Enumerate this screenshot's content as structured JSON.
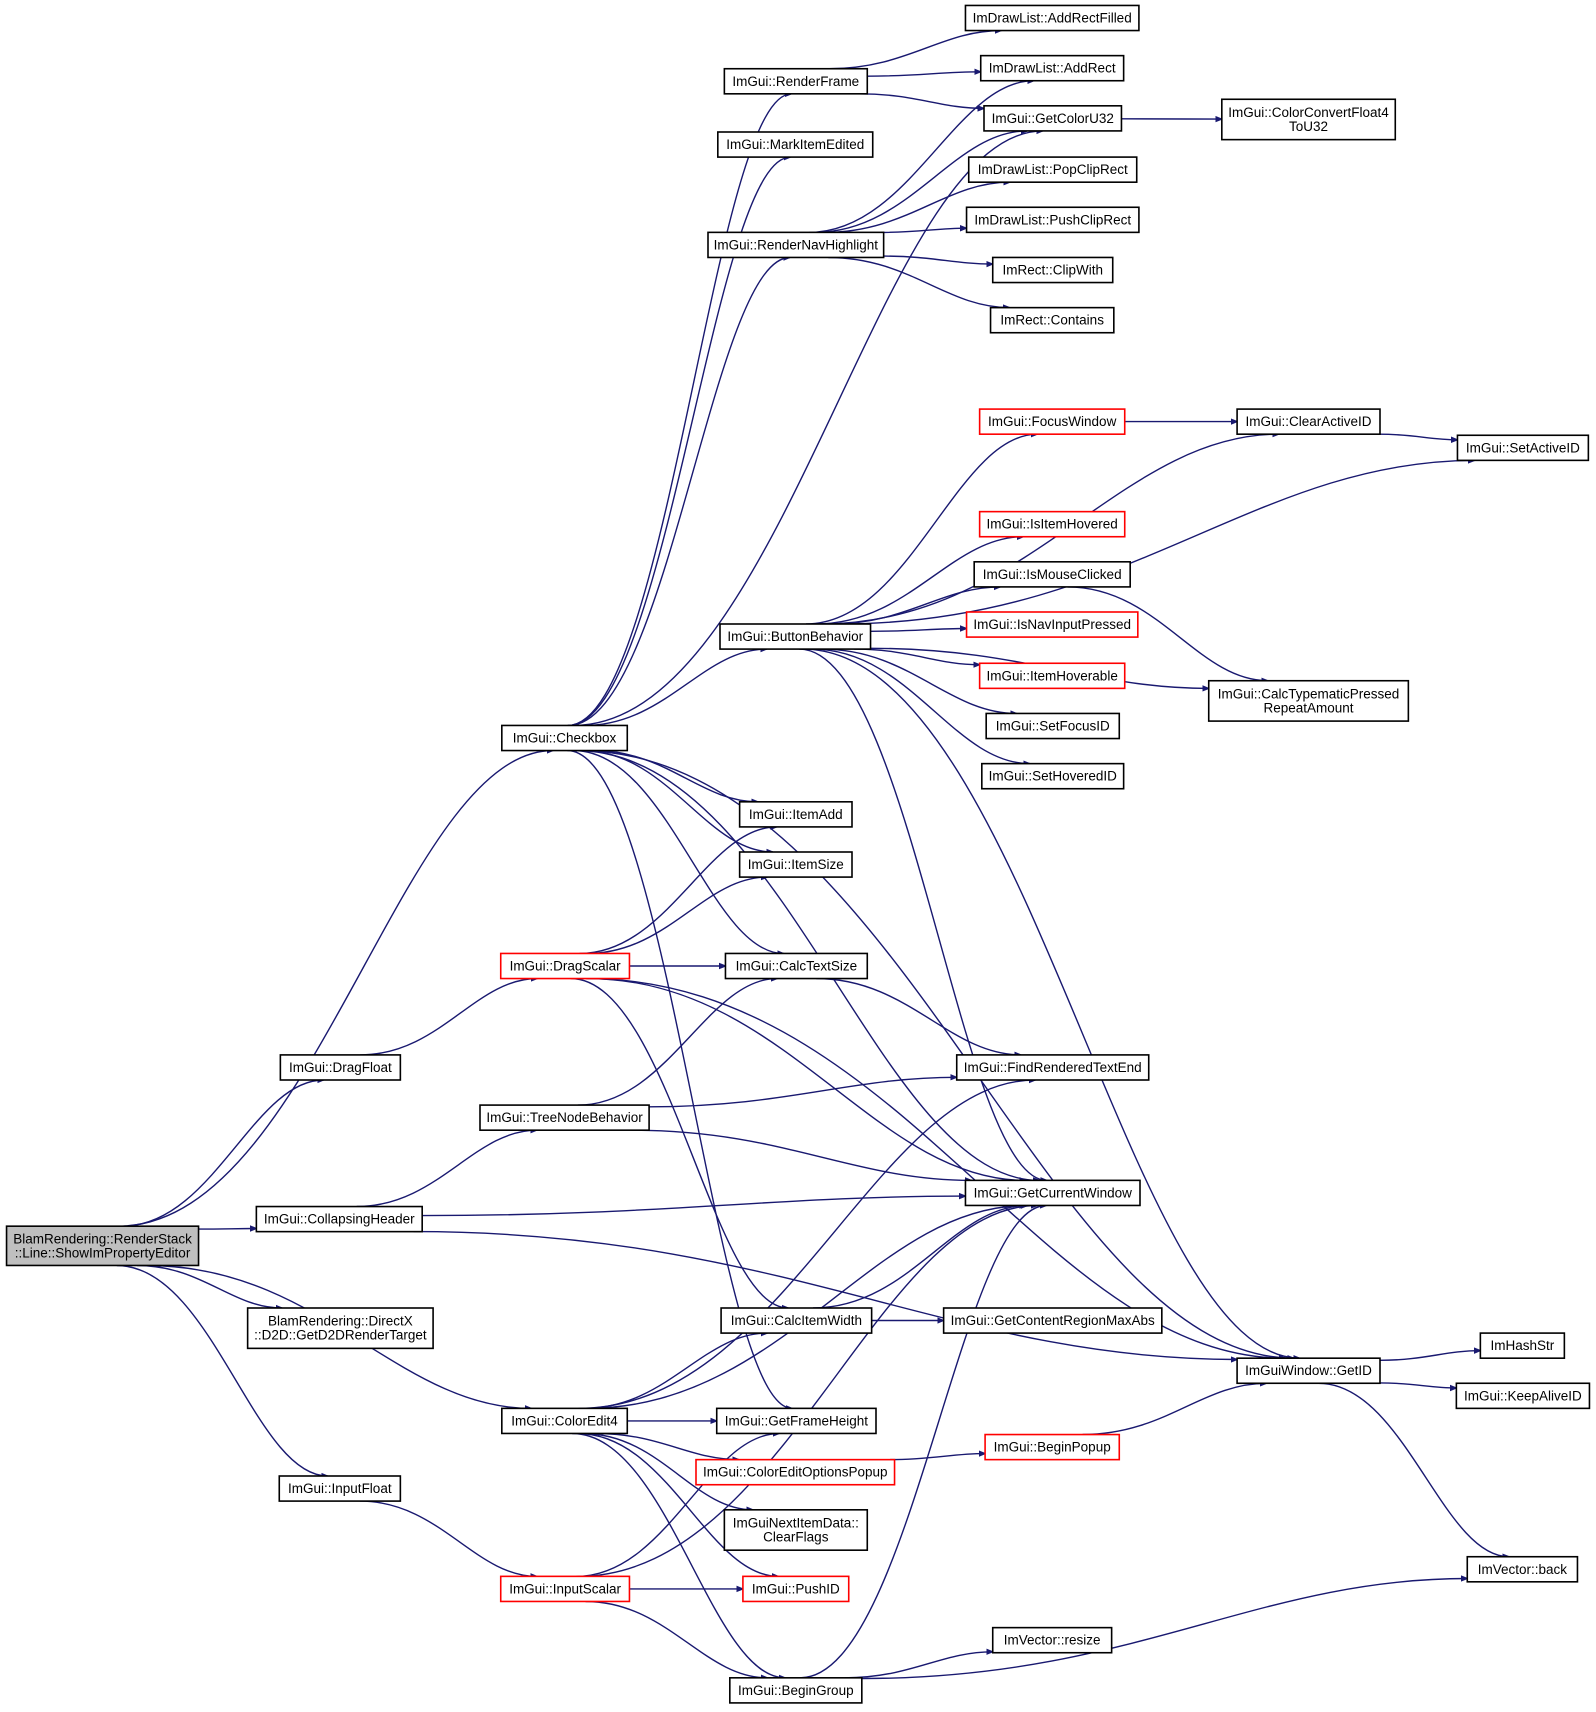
{
  "colors": {
    "edge": "#191970",
    "node_border": "#000000",
    "truncated_border": "#ff0000",
    "root_fill": "#bfbfbf"
  },
  "nodes": [
    {
      "id": "root",
      "lines": [
        "BlamRendering::RenderStack",
        "::Line::ShowImPropertyEditor"
      ],
      "style": "root"
    },
    {
      "id": "checkbox",
      "lines": [
        "ImGui::Checkbox"
      ]
    },
    {
      "id": "dragfloat",
      "lines": [
        "ImGui::DragFloat"
      ]
    },
    {
      "id": "collapsingheader",
      "lines": [
        "ImGui::CollapsingHeader"
      ]
    },
    {
      "id": "getd2d",
      "lines": [
        "BlamRendering::DirectX",
        "::D2D::GetD2DRenderTarget"
      ]
    },
    {
      "id": "coloredit4",
      "lines": [
        "ImGui::ColorEdit4"
      ]
    },
    {
      "id": "inputfloat",
      "lines": [
        "ImGui::InputFloat"
      ]
    },
    {
      "id": "dragscalar",
      "lines": [
        "ImGui::DragScalar"
      ],
      "style": "trunc"
    },
    {
      "id": "treenodebehavior",
      "lines": [
        "ImGui::TreeNodeBehavior"
      ]
    },
    {
      "id": "inputscalar",
      "lines": [
        "ImGui::InputScalar"
      ],
      "style": "trunc"
    },
    {
      "id": "renderframe",
      "lines": [
        "ImGui::RenderFrame"
      ]
    },
    {
      "id": "markitemedited",
      "lines": [
        "ImGui::MarkItemEdited"
      ]
    },
    {
      "id": "rendernavhighlight",
      "lines": [
        "ImGui::RenderNavHighlight"
      ]
    },
    {
      "id": "buttonbehavior",
      "lines": [
        "ImGui::ButtonBehavior"
      ]
    },
    {
      "id": "itemadd",
      "lines": [
        "ImGui::ItemAdd"
      ]
    },
    {
      "id": "itemsize",
      "lines": [
        "ImGui::ItemSize"
      ]
    },
    {
      "id": "calctextsize",
      "lines": [
        "ImGui::CalcTextSize"
      ]
    },
    {
      "id": "calcitemwidth",
      "lines": [
        "ImGui::CalcItemWidth"
      ]
    },
    {
      "id": "getframeheight",
      "lines": [
        "ImGui::GetFrameHeight"
      ]
    },
    {
      "id": "coloreditoptionspopup",
      "lines": [
        "ImGui::ColorEditOptionsPopup"
      ],
      "style": "trunc"
    },
    {
      "id": "clearflags",
      "lines": [
        "ImGuiNextItemData::",
        "ClearFlags"
      ]
    },
    {
      "id": "pushid",
      "lines": [
        "ImGui::PushID"
      ],
      "style": "trunc"
    },
    {
      "id": "begingroup",
      "lines": [
        "ImGui::BeginGroup"
      ]
    },
    {
      "id": "addrectfilled",
      "lines": [
        "ImDrawList::AddRectFilled"
      ]
    },
    {
      "id": "addrect",
      "lines": [
        "ImDrawList::AddRect"
      ]
    },
    {
      "id": "getcoloru32",
      "lines": [
        "ImGui::GetColorU32"
      ]
    },
    {
      "id": "popcliprect",
      "lines": [
        "ImDrawList::PopClipRect"
      ]
    },
    {
      "id": "pushcliprect",
      "lines": [
        "ImDrawList::PushClipRect"
      ]
    },
    {
      "id": "clipwith",
      "lines": [
        "ImRect::ClipWith"
      ]
    },
    {
      "id": "contains",
      "lines": [
        "ImRect::Contains"
      ]
    },
    {
      "id": "focuswindow",
      "lines": [
        "ImGui::FocusWindow"
      ],
      "style": "trunc"
    },
    {
      "id": "isitemhovered",
      "lines": [
        "ImGui::IsItemHovered"
      ],
      "style": "trunc"
    },
    {
      "id": "ismouseclicked",
      "lines": [
        "ImGui::IsMouseClicked"
      ]
    },
    {
      "id": "isnavinputpressed",
      "lines": [
        "ImGui::IsNavInputPressed"
      ],
      "style": "trunc"
    },
    {
      "id": "itemhoverable",
      "lines": [
        "ImGui::ItemHoverable"
      ],
      "style": "trunc"
    },
    {
      "id": "setfocusid",
      "lines": [
        "ImGui::SetFocusID"
      ]
    },
    {
      "id": "sethoveredid",
      "lines": [
        "ImGui::SetHoveredID"
      ]
    },
    {
      "id": "findrenderedtextend",
      "lines": [
        "ImGui::FindRenderedTextEnd"
      ]
    },
    {
      "id": "getcurrentwindow",
      "lines": [
        "ImGui::GetCurrentWindow"
      ]
    },
    {
      "id": "getcontentregionmaxabs",
      "lines": [
        "ImGui::GetContentRegionMaxAbs"
      ]
    },
    {
      "id": "beginpopup",
      "lines": [
        "ImGui::BeginPopup"
      ],
      "style": "trunc"
    },
    {
      "id": "imvectorresize",
      "lines": [
        "ImVector::resize"
      ]
    },
    {
      "id": "colorconvertfloat4",
      "lines": [
        "ImGui::ColorConvertFloat4",
        "ToU32"
      ]
    },
    {
      "id": "clearactiveid",
      "lines": [
        "ImGui::ClearActiveID"
      ]
    },
    {
      "id": "calctypematic",
      "lines": [
        "ImGui::CalcTypematicPressed",
        "RepeatAmount"
      ]
    },
    {
      "id": "imguiwindowgetid",
      "lines": [
        "ImGuiWindow::GetID"
      ]
    },
    {
      "id": "setactiveid",
      "lines": [
        "ImGui::SetActiveID"
      ]
    },
    {
      "id": "imhashstr",
      "lines": [
        "ImHashStr"
      ]
    },
    {
      "id": "keepaliveid",
      "lines": [
        "ImGui::KeepAliveID"
      ]
    },
    {
      "id": "imvectorback",
      "lines": [
        "ImVector::back"
      ]
    }
  ],
  "edges": [
    [
      "root",
      "checkbox"
    ],
    [
      "root",
      "dragfloat"
    ],
    [
      "root",
      "collapsingheader"
    ],
    [
      "root",
      "getd2d"
    ],
    [
      "root",
      "coloredit4"
    ],
    [
      "root",
      "inputfloat"
    ],
    [
      "checkbox",
      "renderframe"
    ],
    [
      "checkbox",
      "markitemedited"
    ],
    [
      "checkbox",
      "getcoloru32"
    ],
    [
      "checkbox",
      "rendernavhighlight"
    ],
    [
      "checkbox",
      "buttonbehavior"
    ],
    [
      "checkbox",
      "itemadd"
    ],
    [
      "checkbox",
      "itemsize"
    ],
    [
      "checkbox",
      "calctextsize"
    ],
    [
      "checkbox",
      "getframeheight"
    ],
    [
      "checkbox",
      "getcurrentwindow"
    ],
    [
      "checkbox",
      "imguiwindowgetid"
    ],
    [
      "dragfloat",
      "dragscalar"
    ],
    [
      "collapsingheader",
      "treenodebehavior"
    ],
    [
      "collapsingheader",
      "getcurrentwindow"
    ],
    [
      "collapsingheader",
      "imguiwindowgetid"
    ],
    [
      "coloredit4",
      "findrenderedtextend"
    ],
    [
      "coloredit4",
      "getcurrentwindow"
    ],
    [
      "coloredit4",
      "calcitemwidth"
    ],
    [
      "coloredit4",
      "getframeheight"
    ],
    [
      "coloredit4",
      "coloreditoptionspopup"
    ],
    [
      "coloredit4",
      "clearflags"
    ],
    [
      "coloredit4",
      "pushid"
    ],
    [
      "coloredit4",
      "begingroup"
    ],
    [
      "inputfloat",
      "inputscalar"
    ],
    [
      "dragscalar",
      "itemadd"
    ],
    [
      "dragscalar",
      "itemsize"
    ],
    [
      "dragscalar",
      "calctextsize"
    ],
    [
      "dragscalar",
      "imguiwindowgetid"
    ],
    [
      "dragscalar",
      "getcurrentwindow"
    ],
    [
      "dragscalar",
      "calcitemwidth"
    ],
    [
      "treenodebehavior",
      "calctextsize"
    ],
    [
      "treenodebehavior",
      "findrenderedtextend"
    ],
    [
      "treenodebehavior",
      "getcurrentwindow"
    ],
    [
      "inputscalar",
      "getframeheight"
    ],
    [
      "inputscalar",
      "pushid"
    ],
    [
      "inputscalar",
      "begingroup"
    ],
    [
      "inputscalar",
      "getcurrentwindow"
    ],
    [
      "renderframe",
      "addrectfilled"
    ],
    [
      "renderframe",
      "addrect"
    ],
    [
      "renderframe",
      "getcoloru32"
    ],
    [
      "rendernavhighlight",
      "addrect"
    ],
    [
      "rendernavhighlight",
      "getcoloru32"
    ],
    [
      "rendernavhighlight",
      "popcliprect"
    ],
    [
      "rendernavhighlight",
      "pushcliprect"
    ],
    [
      "rendernavhighlight",
      "clipwith"
    ],
    [
      "rendernavhighlight",
      "contains"
    ],
    [
      "buttonbehavior",
      "focuswindow"
    ],
    [
      "buttonbehavior",
      "clearactiveid"
    ],
    [
      "buttonbehavior",
      "setactiveid"
    ],
    [
      "buttonbehavior",
      "isitemhovered"
    ],
    [
      "buttonbehavior",
      "ismouseclicked"
    ],
    [
      "buttonbehavior",
      "isnavinputpressed"
    ],
    [
      "buttonbehavior",
      "itemhoverable"
    ],
    [
      "buttonbehavior",
      "setfocusid"
    ],
    [
      "buttonbehavior",
      "sethoveredid"
    ],
    [
      "buttonbehavior",
      "calctypematic"
    ],
    [
      "buttonbehavior",
      "getcurrentwindow"
    ],
    [
      "buttonbehavior",
      "imguiwindowgetid"
    ],
    [
      "calctextsize",
      "findrenderedtextend"
    ],
    [
      "calcitemwidth",
      "getcontentregionmaxabs"
    ],
    [
      "calcitemwidth",
      "getcurrentwindow"
    ],
    [
      "coloreditoptionspopup",
      "beginpopup"
    ],
    [
      "begingroup",
      "imvectorresize"
    ],
    [
      "begingroup",
      "imvectorback"
    ],
    [
      "begingroup",
      "getcurrentwindow"
    ],
    [
      "getcoloru32",
      "colorconvertfloat4"
    ],
    [
      "focuswindow",
      "clearactiveid"
    ],
    [
      "ismouseclicked",
      "calctypematic"
    ],
    [
      "beginpopup",
      "imguiwindowgetid"
    ],
    [
      "clearactiveid",
      "setactiveid"
    ],
    [
      "imguiwindowgetid",
      "imhashstr"
    ],
    [
      "imguiwindowgetid",
      "keepaliveid"
    ],
    [
      "imguiwindowgetid",
      "imvectorback"
    ]
  ]
}
